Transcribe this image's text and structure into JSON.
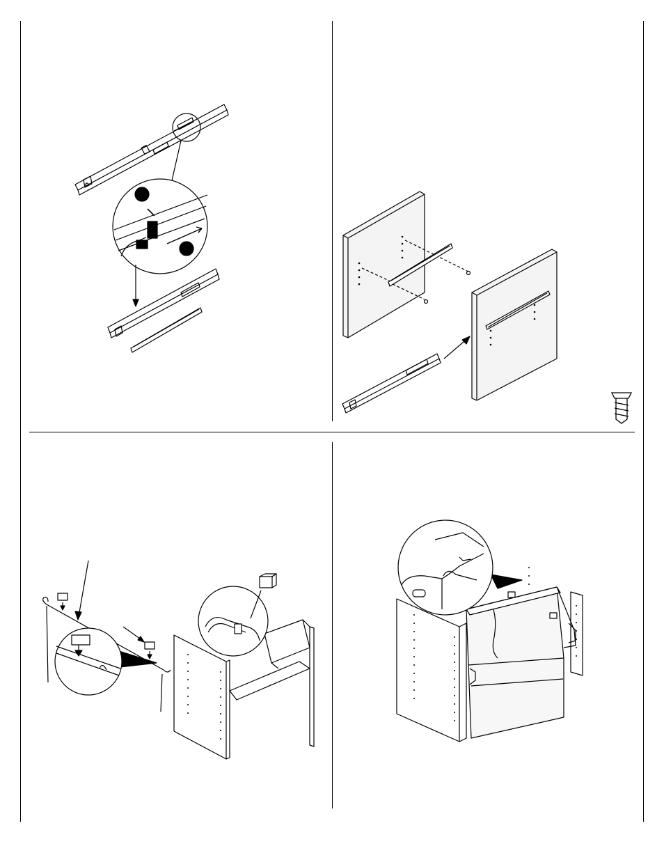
{
  "page": {
    "colors": {
      "ink": "#000000",
      "panel_fill": "#ffffff",
      "board_fill": "#f4f4f4",
      "bag_fill": "#f7f7f7"
    },
    "panels": [
      {
        "id": "step-rail-separation",
        "icons": [
          "drawer-slide-icon",
          "release-tab-icon",
          "direction-arrow-icon"
        ]
      },
      {
        "id": "step-rail-mounting",
        "icons": [
          "side-panel-icon",
          "drawer-slide-icon",
          "screw-icon"
        ]
      },
      {
        "id": "step-clip-attachment",
        "icons": [
          "hanger-bar-icon",
          "clip-icon",
          "cabinet-icon",
          "basket-frame-icon"
        ]
      },
      {
        "id": "step-bag-installation",
        "icons": [
          "cabinet-icon",
          "hamper-bag-icon",
          "basket-frame-icon"
        ]
      }
    ]
  }
}
